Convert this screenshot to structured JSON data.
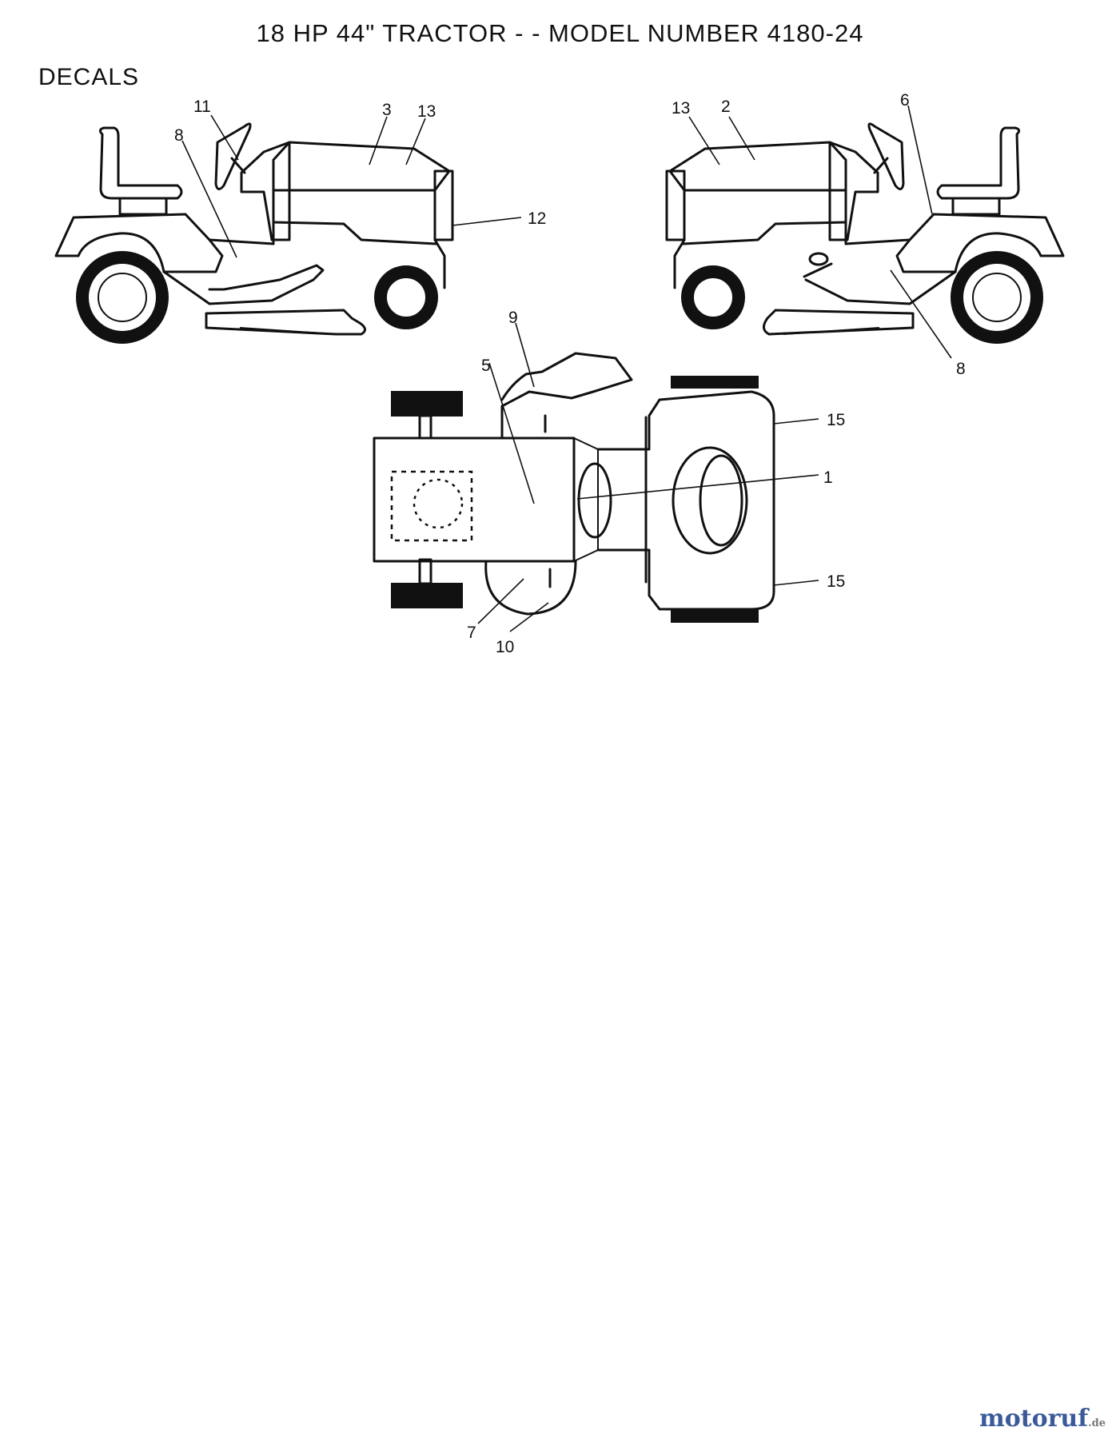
{
  "title": "18 HP 44\" TRACTOR - - MODEL NUMBER 4180-24",
  "section": "DECALS",
  "callouts": {
    "left_11": "11",
    "left_3": "3",
    "left_13": "13",
    "left_8": "8",
    "left_12": "12",
    "right_13": "13",
    "right_2": "2",
    "right_6": "6",
    "right_8": "8",
    "top_9": "9",
    "top_5": "5",
    "top_15a": "15",
    "top_1": "1",
    "top_15b": "15",
    "top_7": "7",
    "top_10": "10"
  },
  "watermark": {
    "text": "motoruf",
    "tld": ".de"
  }
}
